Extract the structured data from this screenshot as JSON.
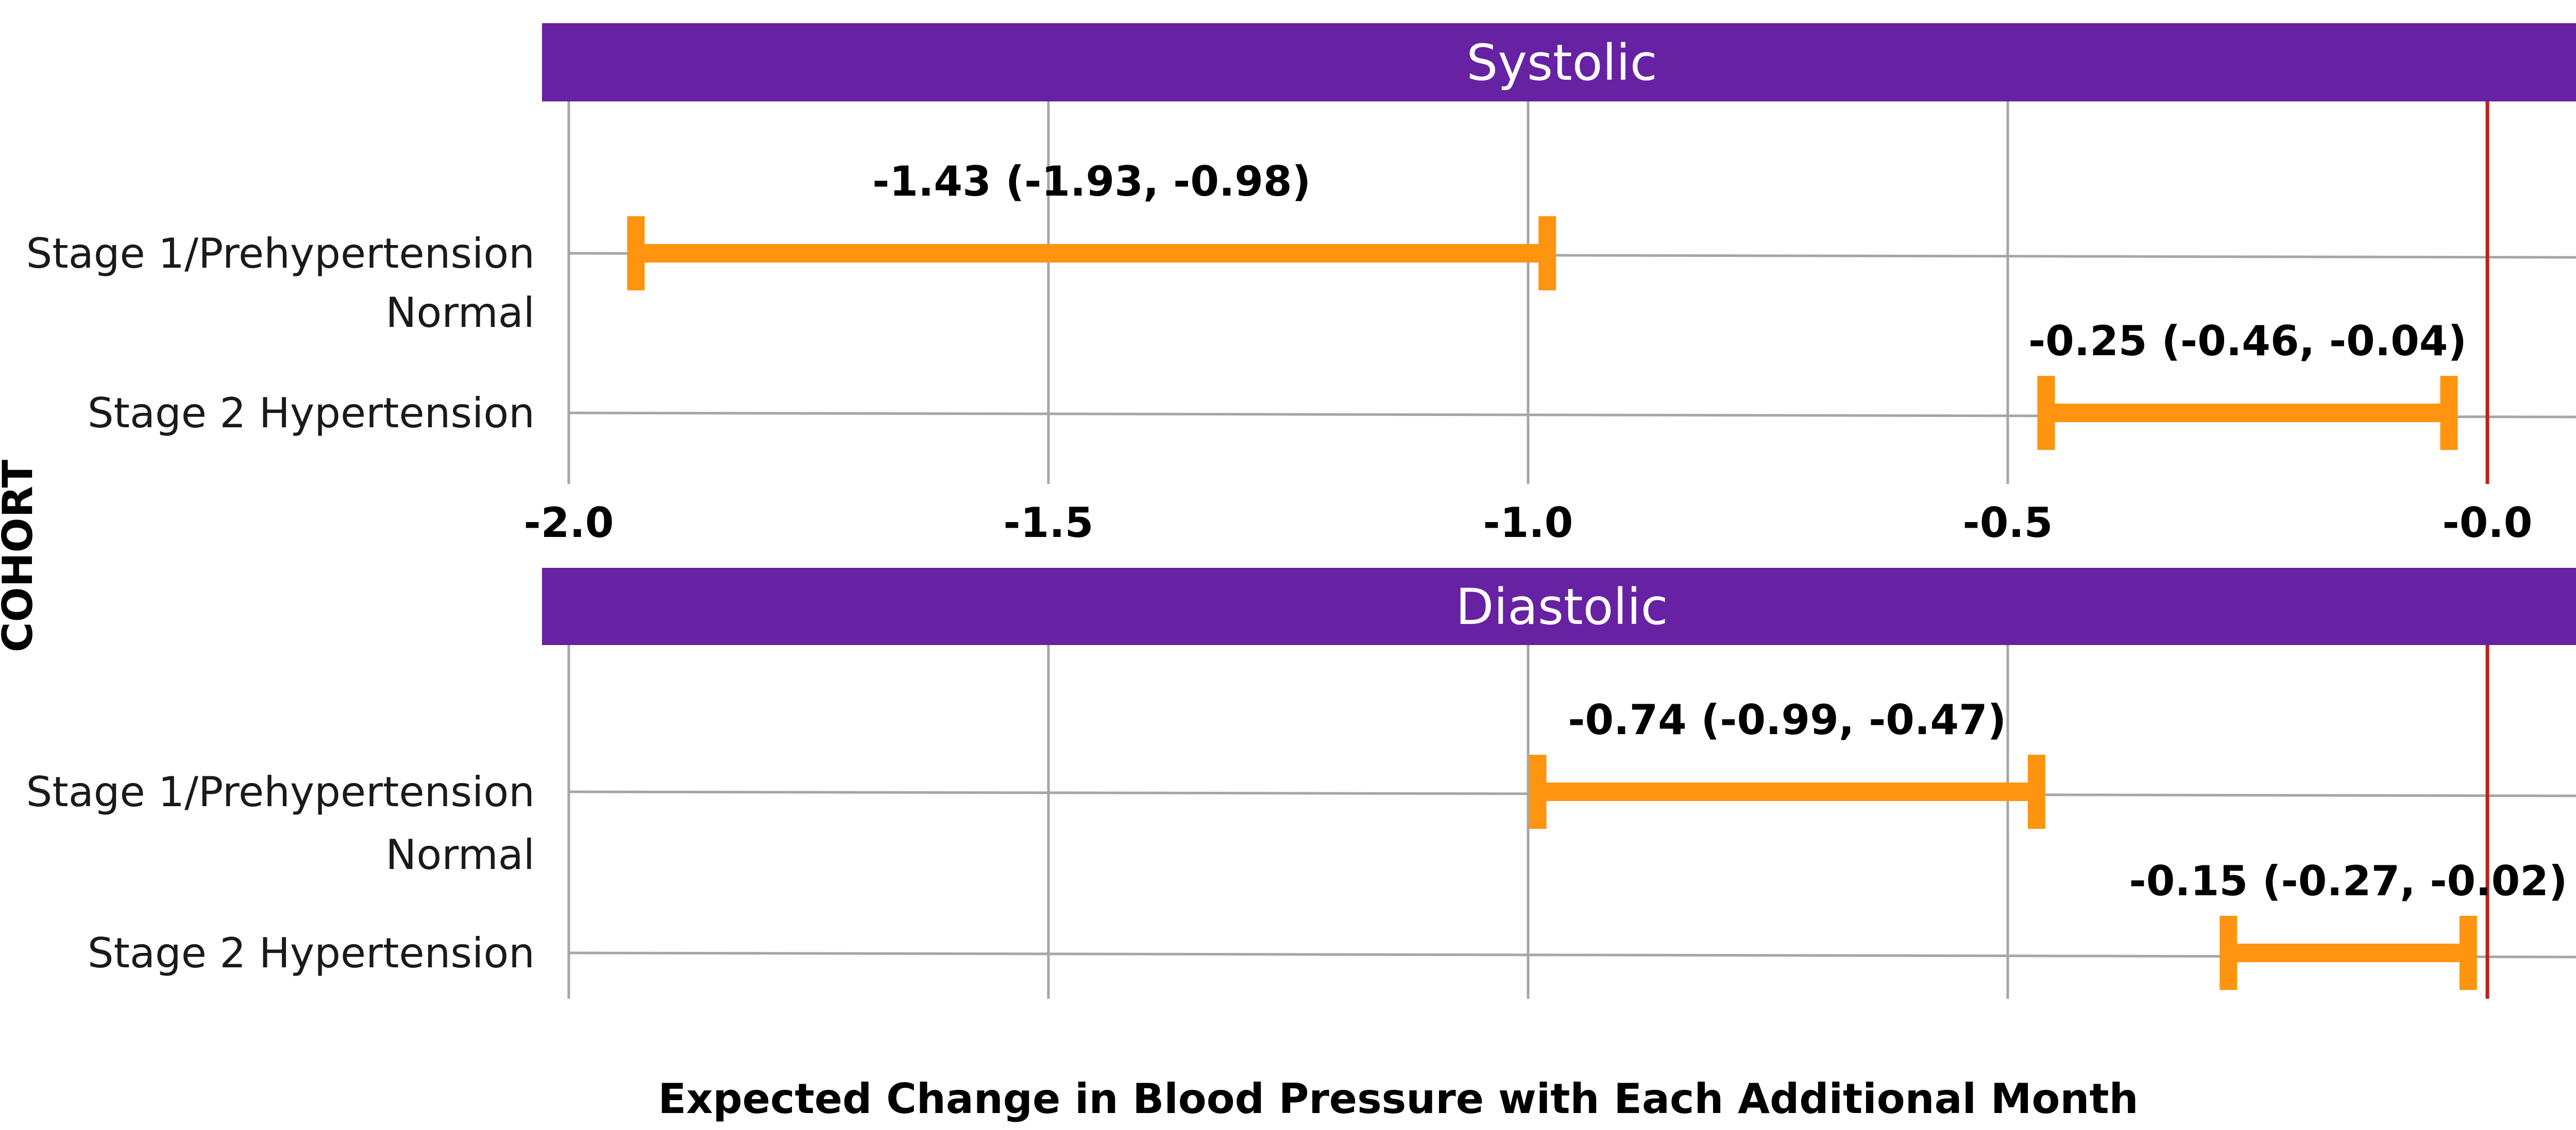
{
  "colors": {
    "panel_header": "#6721a3",
    "error_bar": "#ff9410",
    "reference_line": "#c0201a",
    "grid": "#a6a6a6"
  },
  "y_axis_title": "COHORT",
  "x_axis_title": "Expected Change in Blood Pressure with Each Additional Month",
  "chart_data": {
    "type": "interval",
    "xlim": [
      -2.0,
      0.1
    ],
    "x_ticks": [
      -2.0,
      -1.5,
      -1.0,
      -0.5,
      0.0
    ],
    "x_tick_labels": [
      "-2.0",
      "-1.5",
      "-1.0",
      "-0.5",
      "-0.0"
    ],
    "reference_line_x": 0.0,
    "grid": true,
    "panels": [
      {
        "title": "Systolic",
        "categories": [
          "Stage 1/Prehypertension",
          "Normal",
          "Stage 2 Hypertension"
        ],
        "intervals": [
          {
            "category": "Stage 1/Prehypertension",
            "estimate": -1.43,
            "lower": -1.93,
            "upper": -0.98,
            "label": "-1.43 (-1.93, -0.98)"
          },
          {
            "category": "Stage 2 Hypertension",
            "estimate": -0.25,
            "lower": -0.46,
            "upper": -0.04,
            "label": "-0.25 (-0.46, -0.04)"
          }
        ]
      },
      {
        "title": "Diastolic",
        "categories": [
          "Stage 1/Prehypertension",
          "Normal",
          "Stage 2 Hypertension"
        ],
        "intervals": [
          {
            "category": "Stage 1/Prehypertension",
            "estimate": -0.74,
            "lower": -0.99,
            "upper": -0.47,
            "label": "-0.74 (-0.99, -0.47)"
          },
          {
            "category": "Stage 2 Hypertension",
            "estimate": -0.15,
            "lower": -0.27,
            "upper": -0.02,
            "label": "-0.15 (-0.27, -0.02)"
          }
        ]
      }
    ]
  }
}
